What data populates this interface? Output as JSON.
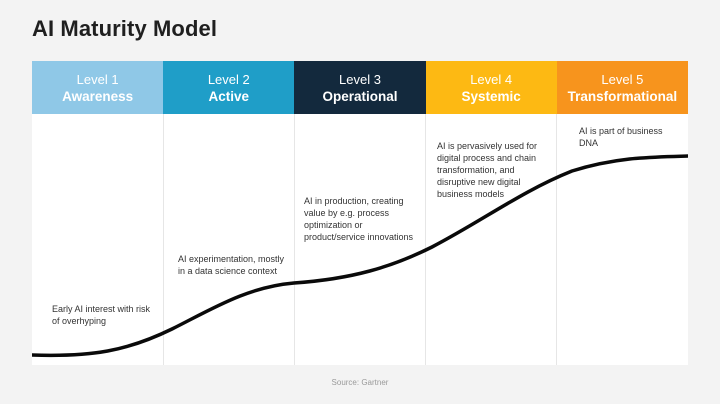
{
  "title": "AI Maturity Model",
  "levels": [
    {
      "num": "Level 1",
      "name": "Awareness",
      "bg": "#8fc8e7",
      "num_color": "#ffffff",
      "name_color": "#ffffff",
      "desc": "Early AI interest with risk of overhyping"
    },
    {
      "num": "Level 2",
      "name": "Active",
      "bg": "#1f9ec8",
      "num_color": "#ffffff",
      "name_color": "#ffffff",
      "desc": "AI experimentation, mostly in a data science context"
    },
    {
      "num": "Level 3",
      "name": "Operational",
      "bg": "#13293d",
      "num_color": "#ffffff",
      "name_color": "#ffffff",
      "desc": "AI in production, creating value by e.g. process optimization or product/service innovations"
    },
    {
      "num": "Level 4",
      "name": "Systemic",
      "bg": "#fdb913",
      "num_color": "#ffffff",
      "name_color": "#ffffff",
      "desc": "AI is pervasively used for digital process and chain transformation, and disruptive new digital business models"
    },
    {
      "num": "Level 5",
      "name": "Transformational",
      "bg": "#f7941d",
      "num_color": "#ffffff",
      "name_color": "#ffffff",
      "desc": "AI is part of business DNA"
    }
  ],
  "source": "Source: Gartner",
  "colors": {
    "curve": "#0a0a0a",
    "background": "#f3f3f3"
  }
}
